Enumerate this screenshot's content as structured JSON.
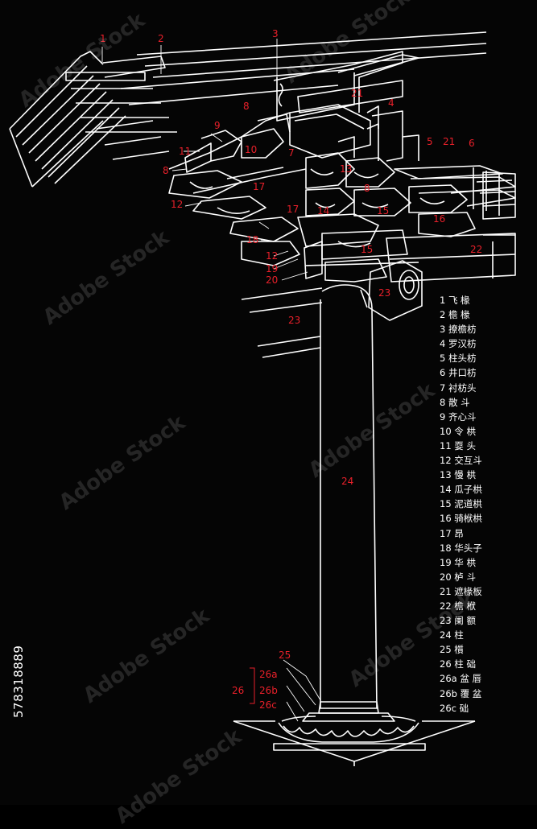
{
  "legend": [
    "1 飞 椽",
    "2 檐 椽",
    "3 撩檐枋",
    "4 罗汉枋",
    "5 柱头枋",
    "6 井口枋",
    "7 衬枋头",
    "8 散 斗",
    "9 齐心斗",
    "10 令 栱",
    "11 耍 头",
    "12 交互斗",
    "13 慢 栱",
    "14 瓜子栱",
    "15 泥道栱",
    "16 骑栿栱",
    "17 昂",
    "18 华头子",
    "19 华 栱",
    "20 栌 斗",
    "21 遮椽板",
    "22 檐 栿",
    "23 阑 额",
    "24 柱",
    "25 櫍",
    "26 柱 础",
    "26a 盆 唇",
    "26b 覆 盆",
    "26c 础"
  ],
  "callouts": [
    "1",
    "2",
    "3",
    "21",
    "4",
    "8",
    "9",
    "11",
    "10",
    "7",
    "13",
    "5",
    "21",
    "6",
    "8",
    "12",
    "17",
    "17",
    "14",
    "8",
    "15",
    "16",
    "22",
    "18",
    "12",
    "19",
    "20",
    "15",
    "23",
    "23",
    "24",
    "25",
    "26",
    "26a",
    "26b",
    "26c"
  ],
  "stock_id": "578318889",
  "watermark": "Adobe Stock",
  "colors": {
    "background": "#050505",
    "line": "#ffffff",
    "callout": "#e8202a"
  }
}
